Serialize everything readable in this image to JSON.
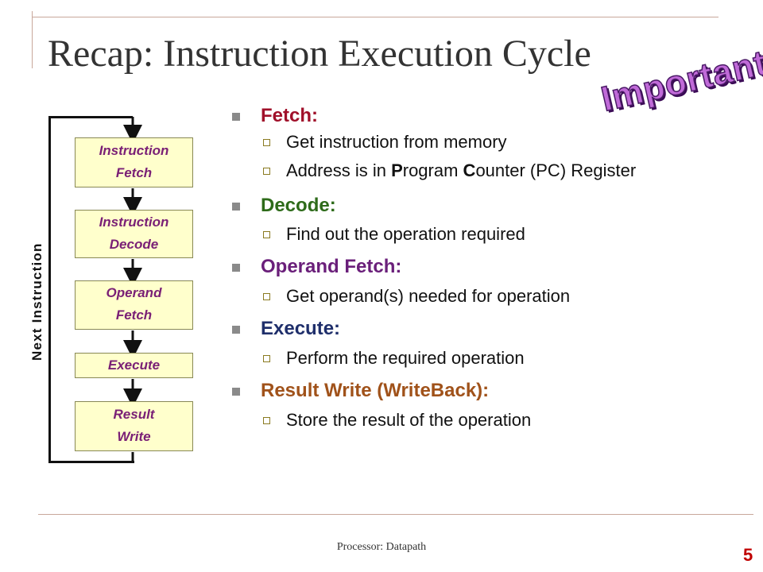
{
  "slide": {
    "title": "Recap: Instruction Execution Cycle",
    "stamp": "Important!",
    "footer": "Processor: Datapath",
    "page_number": "5"
  },
  "diagram": {
    "loop_label": "Next Instruction",
    "boxes": [
      {
        "line1": "Instruction",
        "line2": "Fetch"
      },
      {
        "line1": "Instruction",
        "line2": "Decode"
      },
      {
        "line1": "Operand",
        "line2": "Fetch"
      },
      {
        "line1": "Execute"
      },
      {
        "line1": "Result",
        "line2": "Write"
      }
    ]
  },
  "bullets": {
    "fetch": {
      "heading": "Fetch:",
      "color": "#a0102a",
      "items": [
        "Get instruction from memory"
      ],
      "address_item": {
        "a": "Address is in ",
        "p": "P",
        "b": "rogram ",
        "c": "C",
        "d": "ounter (PC) Register"
      }
    },
    "decode": {
      "heading": "Decode:",
      "color": "#2e6b1a",
      "items": [
        "Find out the operation required"
      ]
    },
    "operand_fetch": {
      "heading": "Operand Fetch:",
      "color": "#6a1f7a",
      "items": [
        "Get operand(s) needed for operation"
      ]
    },
    "execute": {
      "heading": "Execute:",
      "color": "#1f2f6b",
      "items": [
        "Perform the required operation"
      ]
    },
    "result_write": {
      "heading": "Result Write (WriteBack):",
      "color": "#a0521a",
      "items": [
        "Store the result of the operation"
      ]
    }
  }
}
